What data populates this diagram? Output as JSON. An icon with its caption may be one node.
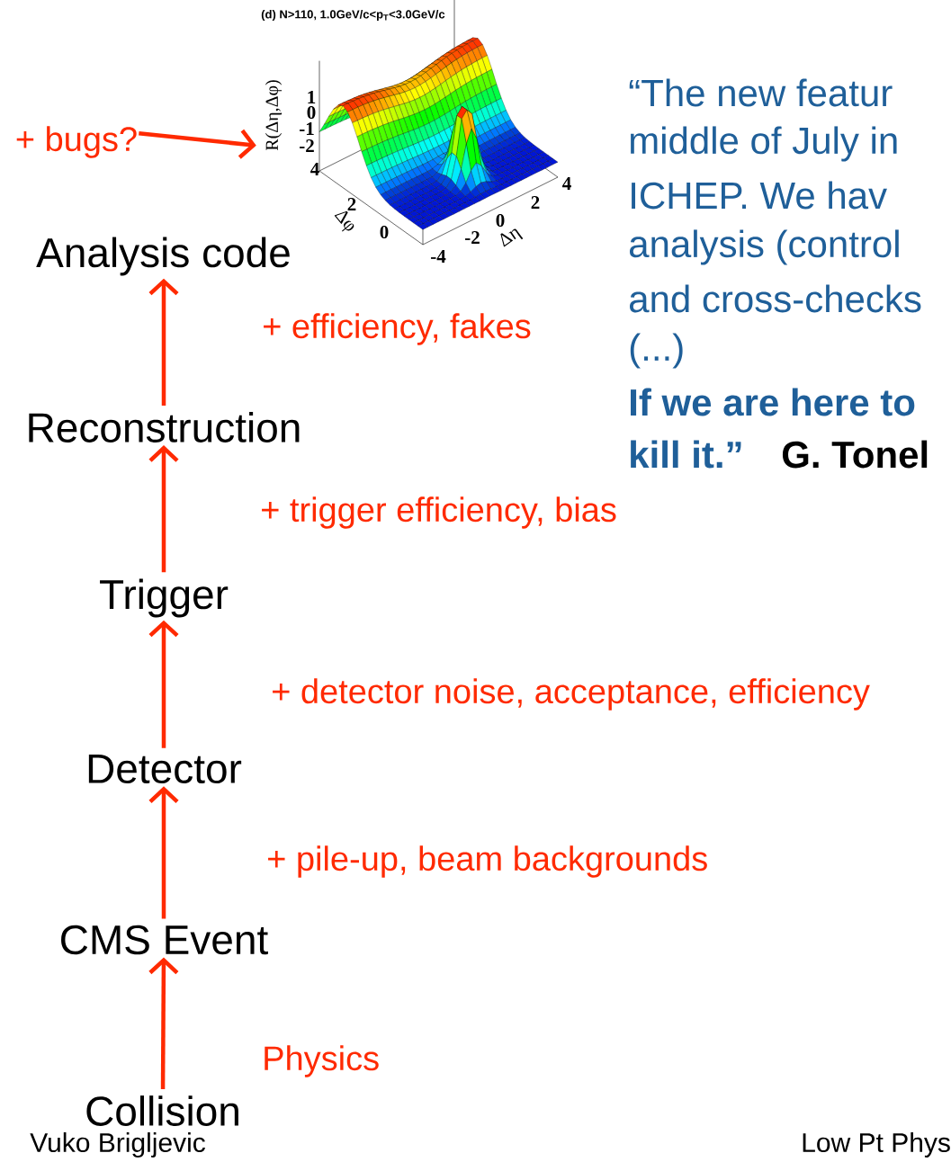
{
  "diagram": {
    "nodes": [
      {
        "text": [
          "Collision"
        ]
      },
      {
        "text": [
          "CMS Event"
        ]
      },
      {
        "text": [
          "Detector"
        ]
      },
      {
        "text": [
          "Trigger"
        ]
      },
      {
        "text": [
          "Reconstruction"
        ]
      },
      {
        "text": [
          "Analysis code"
        ]
      },
      {
        "text": [
          "+ bugs?"
        ]
      },
      {
        "text": [],
        "shape": "picture"
      }
    ],
    "edges": [
      {
        "from": 0,
        "to": 1,
        "arrow": "to",
        "label": "Physics"
      },
      {
        "from": 1,
        "to": 2,
        "arrow": "to",
        "label": "+ pile-up, beam backgrounds"
      },
      {
        "from": 2,
        "to": 3,
        "arrow": "to",
        "label": "+ detector noise, acceptance, efficiency"
      },
      {
        "from": 3,
        "to": 4,
        "arrow": "to",
        "label": "+ trigger efficiency, bias"
      },
      {
        "from": 4,
        "to": 5,
        "arrow": "to",
        "label": "+ efficiency, fakes"
      },
      {
        "from": 6,
        "to": 7,
        "arrow": "to"
      }
    ],
    "labels": [
      "(d) N>110, 1.0GeV/c<p$_{T}$<3.0GeV/c",
      "R(Δη,Δφ)",
      "1",
      "0",
      "-1",
      "-2",
      "4",
      "2",
      "Δφ",
      "0",
      "4",
      "2",
      "0",
      "-2",
      "Δη",
      "-4",
      "“The new featur",
      "middle of July in",
      "ICHEP. We hav",
      "analysis (control",
      "and cross-checks",
      "(...)",
      "If we are here to",
      "kill it.”",
      "G. Tonel",
      "Vuko Brigljevic",
      "Low Pt Phys"
    ]
  }
}
